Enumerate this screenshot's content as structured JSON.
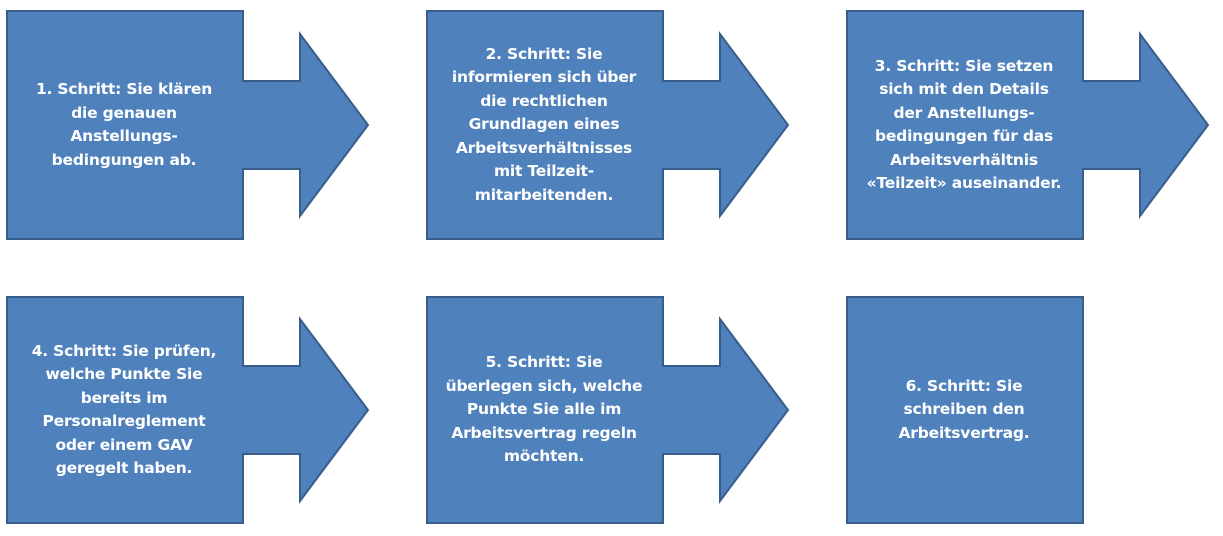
{
  "colors": {
    "fill": "#4f81bd",
    "stroke": "#385d8a",
    "text": "#ffffff",
    "background": "#ffffff"
  },
  "steps": [
    {
      "label": "1. Schritt: Sie klären\ndie genauen\nAnstellungs-\nbedingungen ab.",
      "has_arrow": true
    },
    {
      "label": "2. Schritt: Sie\ninformieren sich über\ndie rechtlichen\nGrundlagen eines\nArbeitsverhältnisses\nmit Teilzeit-\nmitarbeitenden.",
      "has_arrow": true
    },
    {
      "label": "3. Schritt: Sie setzen\nsich mit den Details\nder Anstellungs-\nbedingungen für das\nArbeitsverhältnis\n«Teilzeit» auseinander.",
      "has_arrow": true
    },
    {
      "label": "4. Schritt: Sie prüfen,\nwelche Punkte Sie\nbereits im\nPersonalreglement\noder einem GAV\ngeregelt haben.",
      "has_arrow": true
    },
    {
      "label": "5. Schritt: Sie\nüberlegen sich, welche\nPunkte Sie alle im\nArbeitsvertrag regeln\nmöchten.",
      "has_arrow": true
    },
    {
      "label": "6. Schritt: Sie\nschreiben den\nArbeitsvertrag.",
      "has_arrow": false
    }
  ]
}
